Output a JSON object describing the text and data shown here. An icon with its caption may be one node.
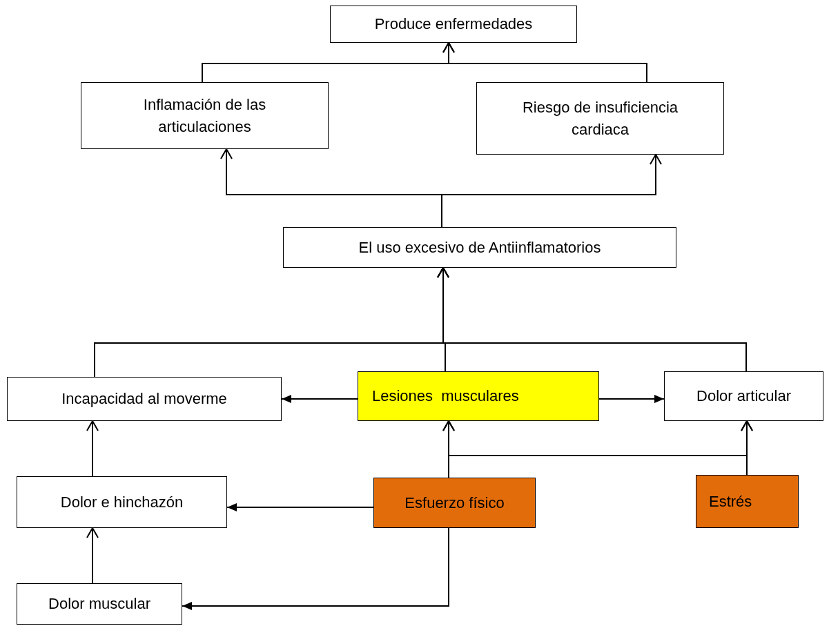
{
  "diagram": {
    "nodes": [
      {
        "text": [
          "Produce enfermedades"
        ]
      },
      {
        "text": [
          "Inflamación de las articulaciones"
        ]
      },
      {
        "text": [
          "Riesgo de insuficiencia cardiaca"
        ]
      },
      {
        "text": [
          "El uso excesivo de Antiinflamatorios"
        ]
      },
      {
        "text": [
          "Incapacidad al moverme"
        ]
      },
      {
        "text": [
          "Lesiones  musculares"
        ]
      },
      {
        "text": [
          "Dolor articular"
        ]
      },
      {
        "text": [
          "Dolor e hinchazón"
        ]
      },
      {
        "text": [
          "Esfuerzo físico"
        ]
      },
      {
        "text": [
          "Estrés"
        ]
      },
      {
        "text": [
          "Dolor muscular"
        ]
      }
    ],
    "edges": [
      {
        "from": 1,
        "to": 0,
        "arrow": "to"
      },
      {
        "from": 2,
        "to": 0,
        "arrow": "to"
      },
      {
        "from": 3,
        "to": 1,
        "arrow": "to"
      },
      {
        "from": 3,
        "to": 2,
        "arrow": "to"
      },
      {
        "from": 4,
        "to": 3,
        "arrow": "to"
      },
      {
        "from": 5,
        "to": 3,
        "arrow": "to"
      },
      {
        "from": 6,
        "to": 3,
        "arrow": "to"
      },
      {
        "from": 5,
        "to": 4,
        "arrow": "to"
      },
      {
        "from": 5,
        "to": 6,
        "arrow": "to"
      },
      {
        "from": 7,
        "to": 4,
        "arrow": "to"
      },
      {
        "from": 8,
        "to": 5,
        "arrow": "to"
      },
      {
        "from": 9,
        "to": 6,
        "arrow": "to"
      },
      {
        "from": 8,
        "to": 6,
        "arrow": "to"
      },
      {
        "from": 9,
        "to": 5,
        "arrow": "to"
      },
      {
        "from": 8,
        "to": 7,
        "arrow": "to"
      },
      {
        "from": 8,
        "to": 10,
        "arrow": "to"
      },
      {
        "from": 10,
        "to": 7,
        "arrow": "to"
      }
    ]
  }
}
